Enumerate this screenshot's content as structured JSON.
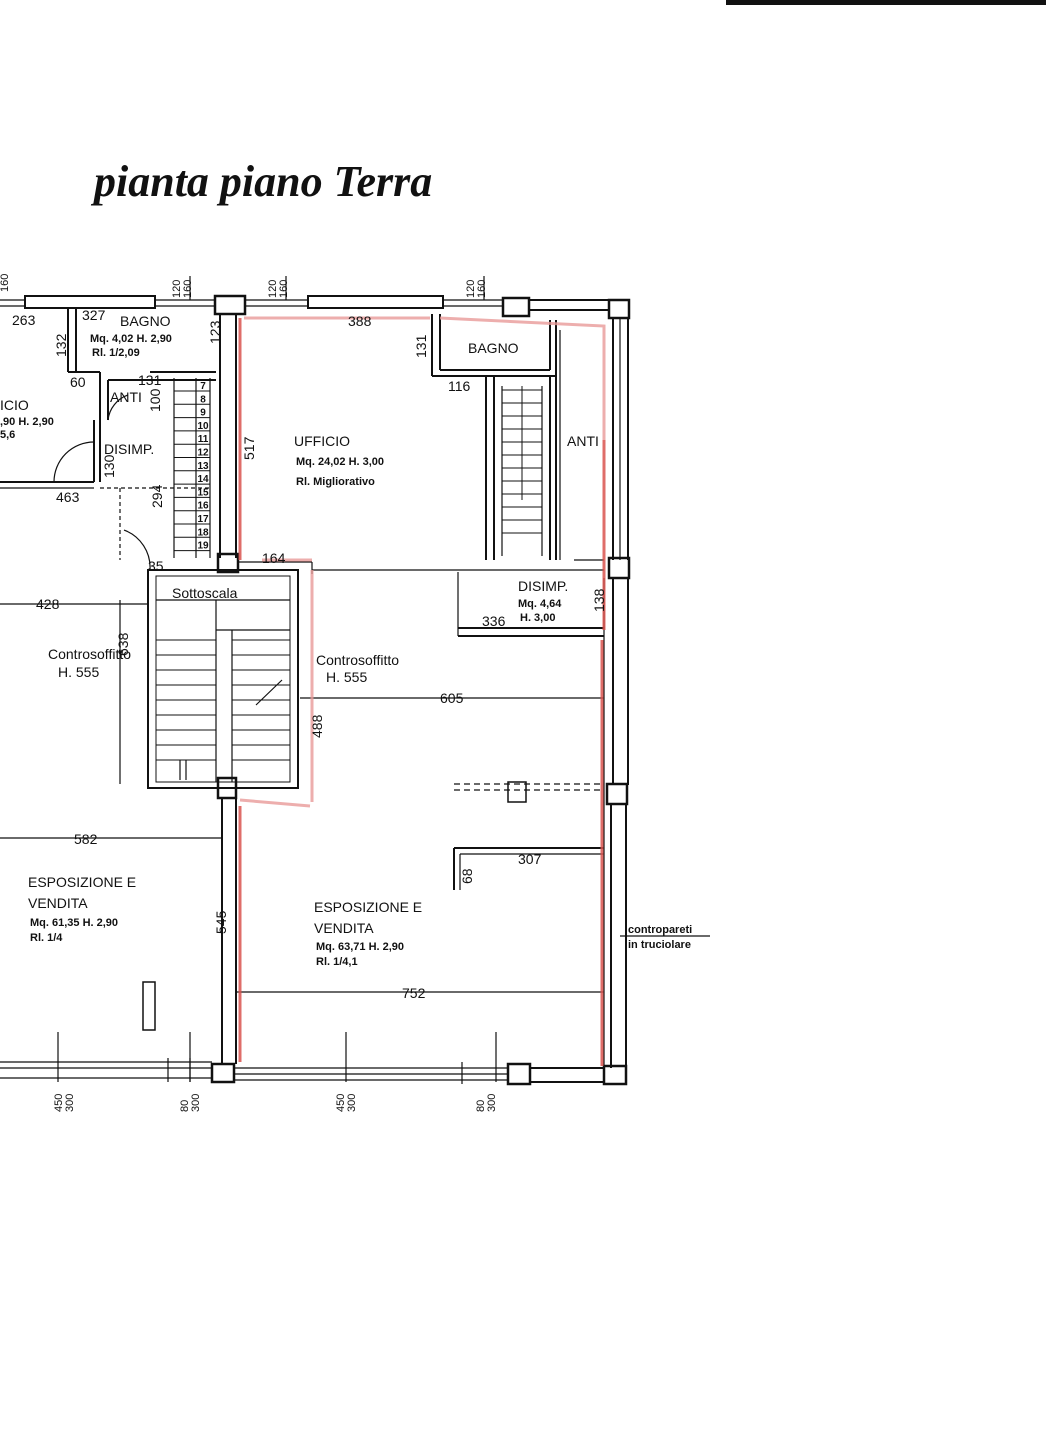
{
  "title": "pianta piano Terra",
  "rooms": {
    "bagno_left": {
      "name": "BAGNO",
      "line1": "Mq. 4,02 H. 2,90",
      "line2": "Rl. 1/2,09"
    },
    "anti_left": {
      "name": "ANTI"
    },
    "disimp_left": {
      "name": "DISIMP."
    },
    "ufficio_left": {
      "name": "ICIO",
      "line1": ",90 H. 2,90",
      "line2": "5,6"
    },
    "ufficio": {
      "name": "UFFICIO",
      "line1": "Mq. 24,02 H. 3,00",
      "line2": "Rl. Migliorativo"
    },
    "bagno_right": {
      "name": "BAGNO"
    },
    "anti_right": {
      "name": "ANTI"
    },
    "disimp_right": {
      "name": "DISIMP.",
      "line1": "Mq. 4,64",
      "line2": "H. 3,00"
    },
    "sottoscala": {
      "name": "Sottoscala"
    },
    "controsoffitto_left": {
      "name": "Controsoffitto",
      "line1": "H. 555"
    },
    "controsoffitto_right": {
      "name": "Controsoffitto",
      "line1": "H. 555"
    },
    "esposizione_left": {
      "name": "ESPOSIZIONE E",
      "line1": "VENDITA",
      "line2": "Mq. 61,35 H. 2,90",
      "line3": "Rl. 1/4"
    },
    "esposizione_right": {
      "name": "ESPOSIZIONE E",
      "line1": "VENDITA",
      "line2": "Mq. 63,71 H. 2,90",
      "line3": "Rl. 1/4,1"
    }
  },
  "note": {
    "line1": "contropareti",
    "line2": "in truciolare"
  },
  "dimensions": {
    "d263": "263",
    "d327": "327",
    "d388": "388",
    "d132": "132",
    "d123": "123",
    "d131a": "131",
    "d60": "60",
    "d131b": "131",
    "d100": "100",
    "d116": "116",
    "d517": "517",
    "d130": "130",
    "d463": "463",
    "d294": "294",
    "d164": "164",
    "d35": "35",
    "d138": "138",
    "d336": "336",
    "d428": "428",
    "d638": "638",
    "d605": "605",
    "d488": "488",
    "d582": "582",
    "d307": "307",
    "d68": "68",
    "d545": "545",
    "d752": "752"
  },
  "window_labels": {
    "top1a": "120",
    "top1b": "160",
    "top2a": "120",
    "top2b": "160",
    "top3a": "120",
    "top3b": "160",
    "edge": "160",
    "bot1a": "450",
    "bot1b": "300",
    "bot2a": "80",
    "bot2b": "300",
    "bot3a": "450",
    "bot3b": "300",
    "bot4a": "80",
    "bot4b": "300"
  },
  "stair_numbers": [
    "7",
    "8",
    "9",
    "10",
    "11",
    "12",
    "13",
    "14",
    "15",
    "16",
    "17",
    "18",
    "19"
  ]
}
